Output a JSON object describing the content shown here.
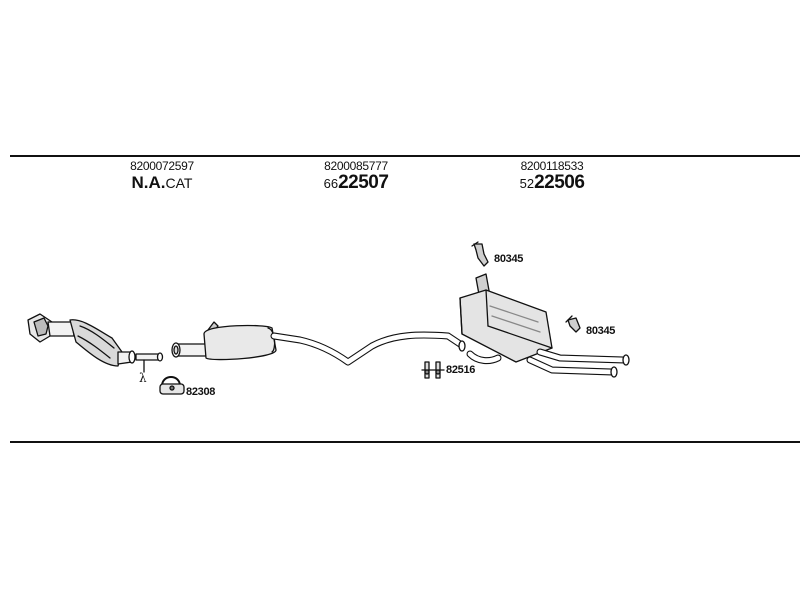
{
  "headers": [
    {
      "oem": "8200072597",
      "prefix": "",
      "main": "N.A.",
      "suffix": "CAT"
    },
    {
      "oem": "8200085777",
      "prefix": "66",
      "main": "22507",
      "suffix": ""
    },
    {
      "oem": "8200118533",
      "prefix": "52",
      "main": "22506",
      "suffix": ""
    }
  ],
  "parts": {
    "clamp": "82308",
    "hanger_mid": "82516",
    "bracket_top": "80345",
    "bracket_right": "80345"
  },
  "symbols": {
    "lambda": "λ"
  }
}
